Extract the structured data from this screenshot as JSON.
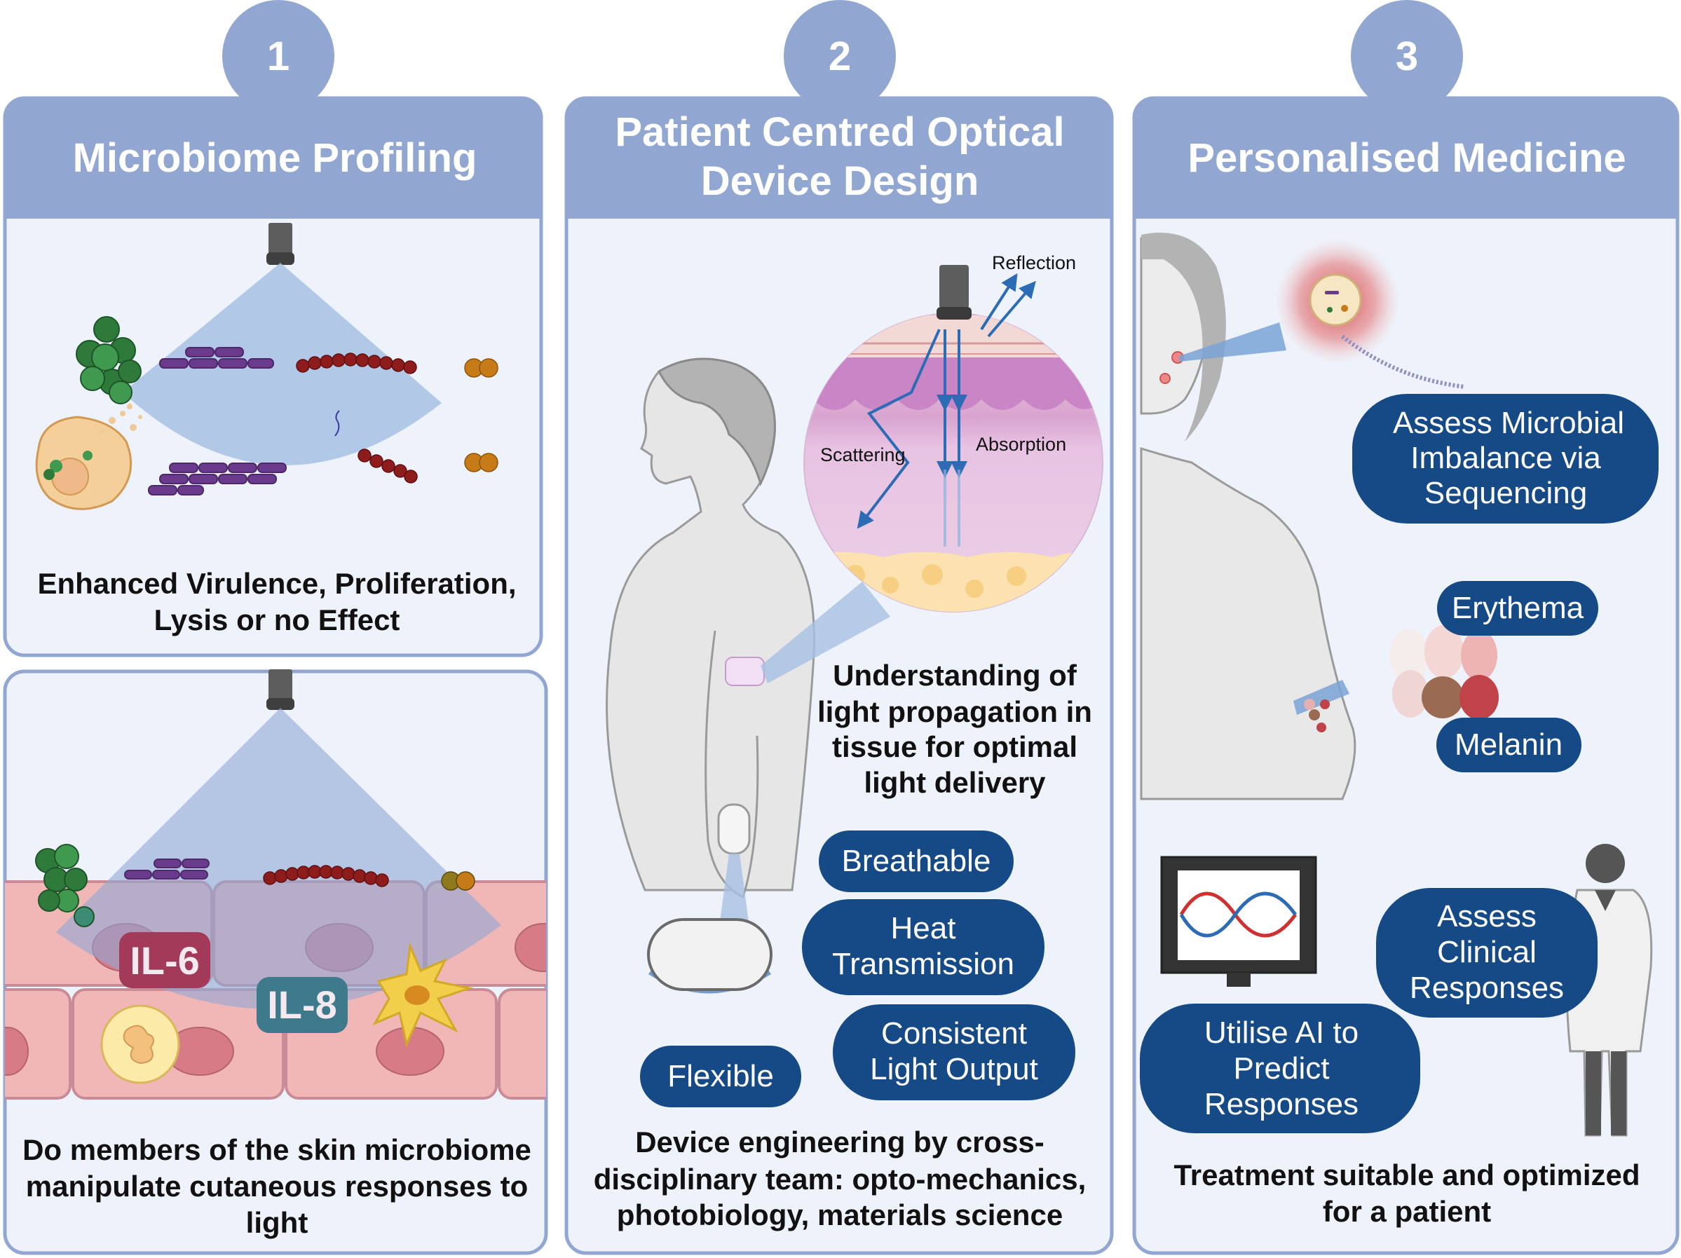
{
  "colors": {
    "header": "#91a6d0",
    "panel_bg": "#eef3fb",
    "panel_border": "#91a6d0",
    "pill": "#164a86",
    "pill_text": "#ffffff",
    "beam": "#a6c0e3",
    "text": "#111111"
  },
  "panels": [
    {
      "number": "1",
      "title": "Microbiome Profiling",
      "caption_top": [
        "Enhanced Virulence, Proliferation,",
        "Lysis or no Effect"
      ],
      "caption_bottom": [
        "Do members of the skin microbiome",
        "manipulate cutaneous responses to",
        "light"
      ],
      "labels": [
        "IL-6",
        "IL-8"
      ]
    },
    {
      "number": "2",
      "title_lines": [
        "Patient Centred Optical",
        "Device Design"
      ],
      "light_labels": [
        "Reflection",
        "Scattering",
        "Absorption"
      ],
      "caption_mid": [
        "Understanding of",
        "light propagation in",
        "tissue for optimal",
        "light delivery"
      ],
      "pills": {
        "breathable": "Breathable",
        "heat": [
          "Heat",
          "Transmission"
        ],
        "consistent": [
          "Consistent",
          "Light Output"
        ],
        "flexible": "Flexible"
      },
      "caption_bottom": [
        "Device engineering by cross-",
        "disciplinary team: opto-mechanics,",
        "photobiology, materials science"
      ]
    },
    {
      "number": "3",
      "title": "Personalised Medicine",
      "pills": {
        "assess_microbial": [
          "Assess Microbial",
          "Imbalance via",
          "Sequencing"
        ],
        "erythema": "Erythema",
        "melanin": "Melanin",
        "assess_clinical": [
          "Assess",
          "Clinical",
          "Responses"
        ],
        "utilise_ai": [
          "Utilise AI to",
          "Predict",
          "Responses"
        ]
      },
      "caption_bottom": [
        "Treatment suitable and optimized",
        "for a patient"
      ]
    }
  ]
}
